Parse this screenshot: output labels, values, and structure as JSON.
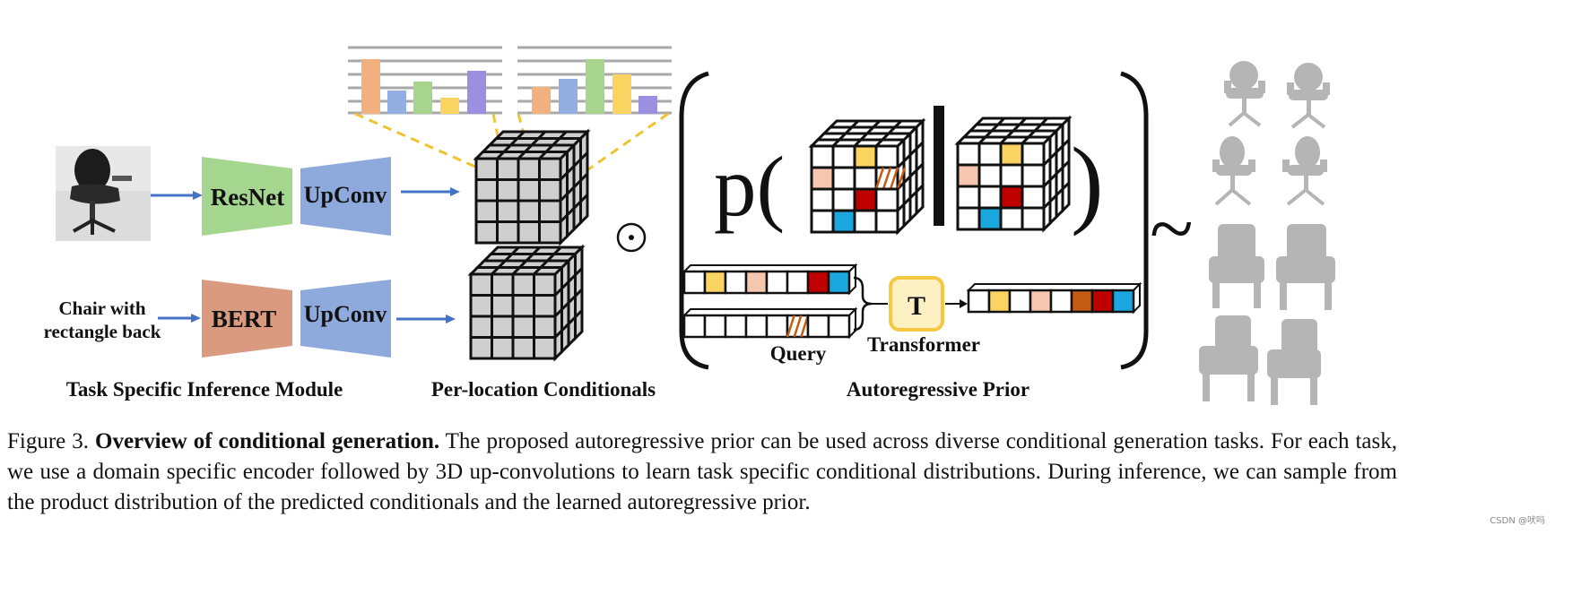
{
  "figure": {
    "input_chair_label": "Chair with rectangle back",
    "input_chair_line1": "Chair with",
    "input_chair_line2": "rectangle back",
    "resnet_label": "ResNet",
    "bert_label": "BERT",
    "upconv_label": "UpConv",
    "odot_symbol": "⊙",
    "p_symbol": "p(",
    "bar_symbol": "|",
    "close_paren": ")",
    "tilde_symbol": "~",
    "transformer_letter": "T",
    "transformer_label": "Transformer",
    "query_label": "Query",
    "section_labels": {
      "task": "Task Specific Inference Module",
      "conditionals": "Per-location Conditionals",
      "prior": "Autoregressive Prior"
    },
    "colors": {
      "resnet": "#a4d68f",
      "bert": "#d99a80",
      "upconv": "#8eaadc",
      "yellow": "#fad461",
      "peach": "#f7c6ae",
      "red": "#c00000",
      "blue": "#1aa7e0",
      "orange": "#c55a11",
      "grey": "#cfcfcf",
      "purple": "#9b8fe0",
      "orange_bar": "#f3b07f",
      "blue_bar": "#93aee3",
      "green_bar": "#a8d58e"
    }
  },
  "caption": {
    "prefix": "Figure 3. ",
    "title": "Overview of conditional generation.",
    "body": " The proposed autoregressive prior can be used across diverse conditional generation tasks. For each task, we use a domain specific encoder followed by 3D up-convolutions to learn task specific conditional distributions. During inference, we can sample from the product distribution of the predicted conditionals and the learned autoregressive prior."
  },
  "watermark": "CSDN @吠吗"
}
